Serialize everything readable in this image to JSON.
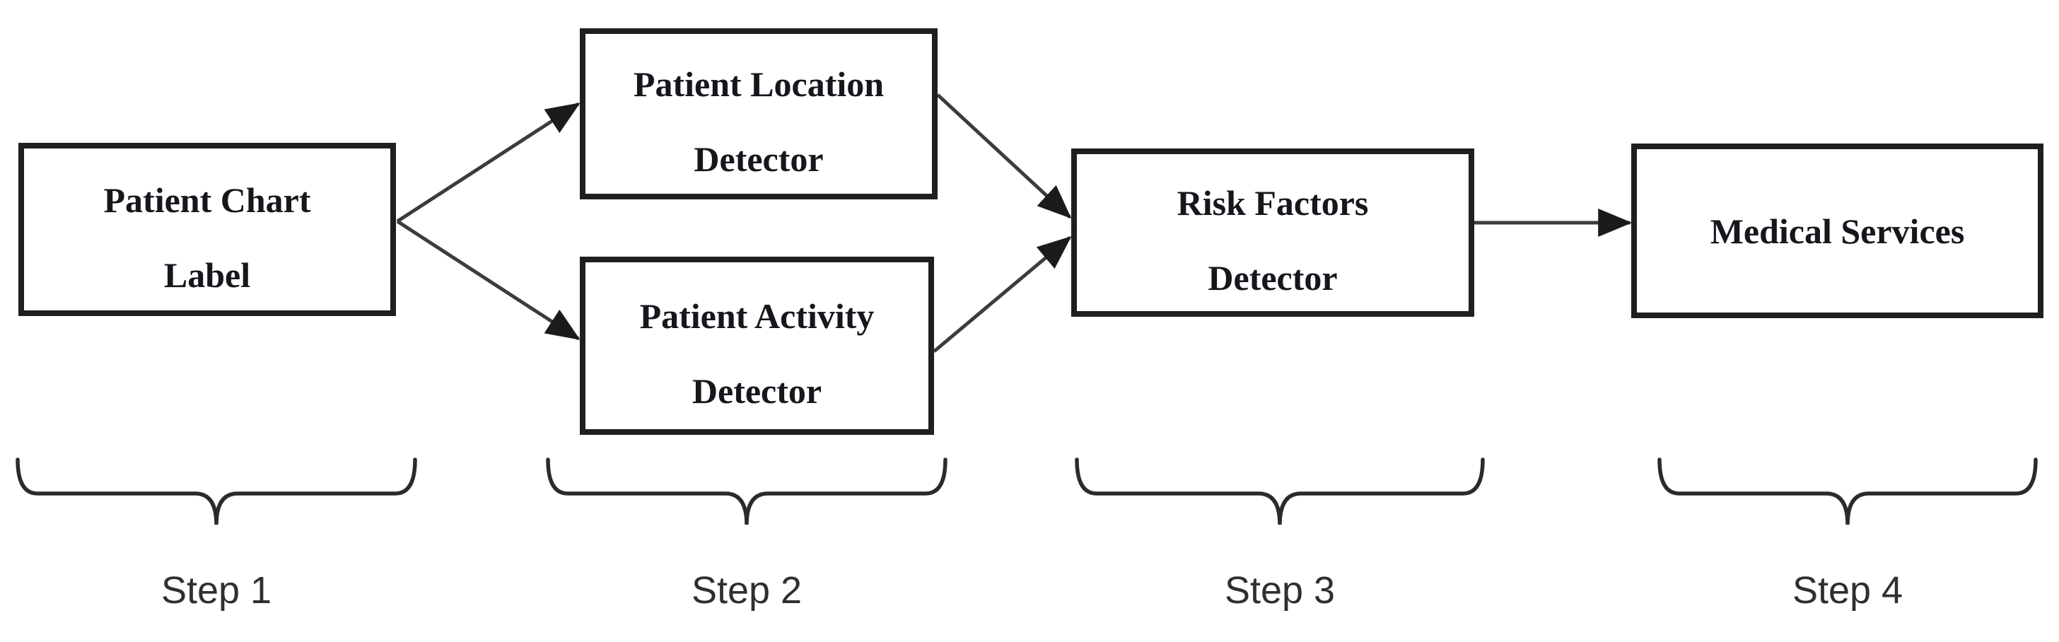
{
  "boxes": [
    {
      "id": "patient-chart-label",
      "lines": [
        "Patient Chart",
        "Label"
      ]
    },
    {
      "id": "patient-location-detector",
      "lines": [
        "Patient Location",
        "Detector"
      ]
    },
    {
      "id": "patient-activity-detector",
      "lines": [
        "Patient Activity",
        "Detector"
      ]
    },
    {
      "id": "risk-factors-detector",
      "lines": [
        "Risk Factors",
        "Detector"
      ]
    },
    {
      "id": "medical-services",
      "lines": [
        "Medical Services"
      ]
    }
  ],
  "steps": [
    {
      "label": "Step 1"
    },
    {
      "label": "Step 2"
    },
    {
      "label": "Step 3"
    },
    {
      "label": "Step 4"
    }
  ],
  "connections": [
    {
      "from": "patient-chart-label",
      "to": "patient-location-detector"
    },
    {
      "from": "patient-chart-label",
      "to": "patient-activity-detector"
    },
    {
      "from": "patient-location-detector",
      "to": "risk-factors-detector"
    },
    {
      "from": "patient-activity-detector",
      "to": "risk-factors-detector"
    },
    {
      "from": "risk-factors-detector",
      "to": "medical-services"
    }
  ],
  "colors": {
    "background": "#ffffff",
    "box_border": "#1f1f1f",
    "box_text": "#16161d",
    "arrow": "#3c3c3c",
    "arrowhead": "#1b1b1b",
    "brace": "#2b2b2b",
    "step_text": "#2f2f2f"
  }
}
